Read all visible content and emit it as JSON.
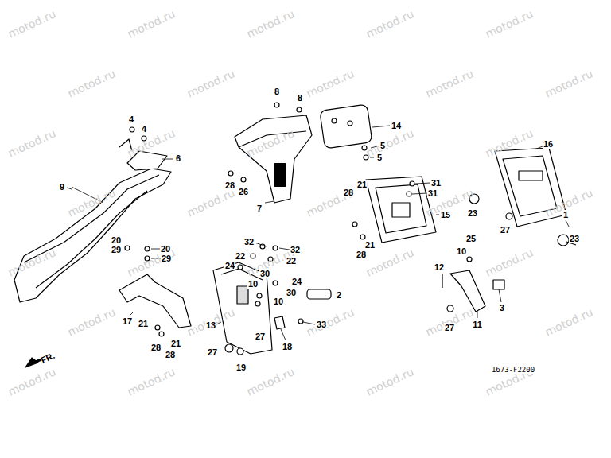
{
  "diagram": {
    "labels": [
      "8",
      "8",
      "4",
      "4",
      "6",
      "14",
      "5",
      "5",
      "16",
      "9",
      "28",
      "26",
      "7",
      "31",
      "31",
      "15",
      "23",
      "21",
      "28",
      "21",
      "28",
      "27",
      "1",
      "23",
      "20",
      "20",
      "29",
      "29",
      "32",
      "32",
      "22",
      "22",
      "24",
      "24",
      "25",
      "10",
      "12",
      "30",
      "10",
      "30",
      "10",
      "2",
      "17",
      "21",
      "28",
      "21",
      "28",
      "13",
      "27",
      "33",
      "18",
      "3",
      "11",
      "27",
      "27",
      "19",
      "FR.",
      "1673-F2200",
      "motod.ru",
      "motod.ru",
      "motod.ru",
      "motod.ru",
      "motod.ru",
      "motod.ru",
      "motod.ru",
      "motod.ru",
      "motod.ru",
      "motod.ru",
      "motod.ru",
      "motod.ru",
      "motod.ru",
      "motod.ru",
      "motod.ru",
      "motod.ru",
      "motod.ru",
      "motod.ru",
      "motod.ru",
      "motod.ru",
      "motod.ru",
      "motod.ru",
      "motod.ru",
      "motod.ru",
      "motod.ru",
      "motod.ru",
      "motod.ru",
      "motod.ru",
      "motod.ru",
      "motod.ru",
      "motod.ru",
      "motod.ru",
      "motod.ru",
      "motod.ru",
      "motod.ru"
    ]
  }
}
